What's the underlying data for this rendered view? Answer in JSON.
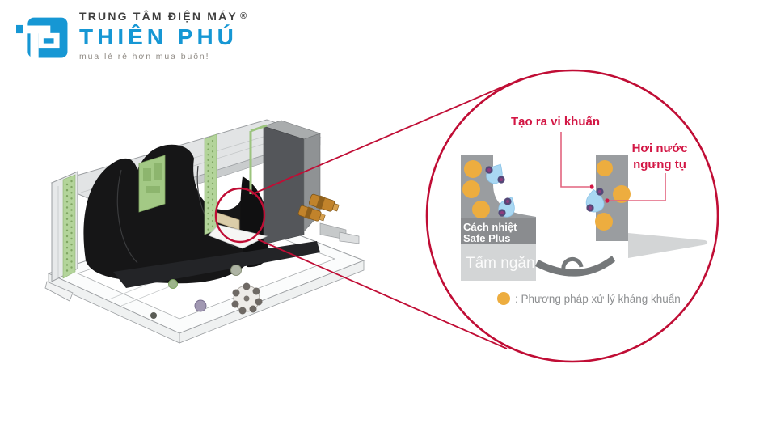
{
  "logo": {
    "store_type": "TRUNG TÂM ĐIỆN MÁY",
    "registered_mark": "®",
    "store_name": "THIÊN PHÚ",
    "tagline": "mua lẻ rẻ hơn mua buôn!"
  },
  "magnifier": {
    "label_bacteria": "Tạo ra vi khuẩn",
    "label_condensation_line1": "Hơi nước",
    "label_condensation_line2": "ngưng tụ",
    "label_insulation_line1": "Cách nhiệt",
    "label_insulation_line2": "Safe Plus",
    "label_partition": "Tấm ngăn",
    "legend_text": ": Phương pháp xử lý kháng khuẩn"
  },
  "colors": {
    "brand_blue": "#1697D4",
    "highlight_red": "#C00D35",
    "label_red": "#D31745",
    "leader_pink": "#E2647E",
    "antibacterial_orange": "#EDAD3F",
    "droplet_blue": "#A9D7F2",
    "bacteria_purple": "#544878",
    "accent_green": "#B3D49A"
  }
}
